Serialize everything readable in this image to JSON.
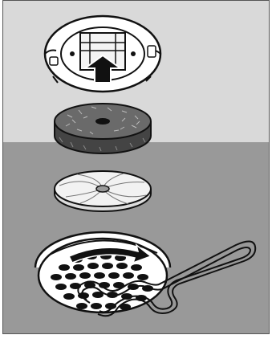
{
  "illustration": {
    "panel_top_color": "#d9d9d9",
    "panel_bottom_color": "#999999",
    "line_color": "#111111",
    "parts": [
      "mounting-ring",
      "direction-arrow-up",
      "foam-filter-pad",
      "mesh-filter-disc",
      "grated-filter-basket",
      "curved-arrow",
      "wire-handle"
    ]
  }
}
